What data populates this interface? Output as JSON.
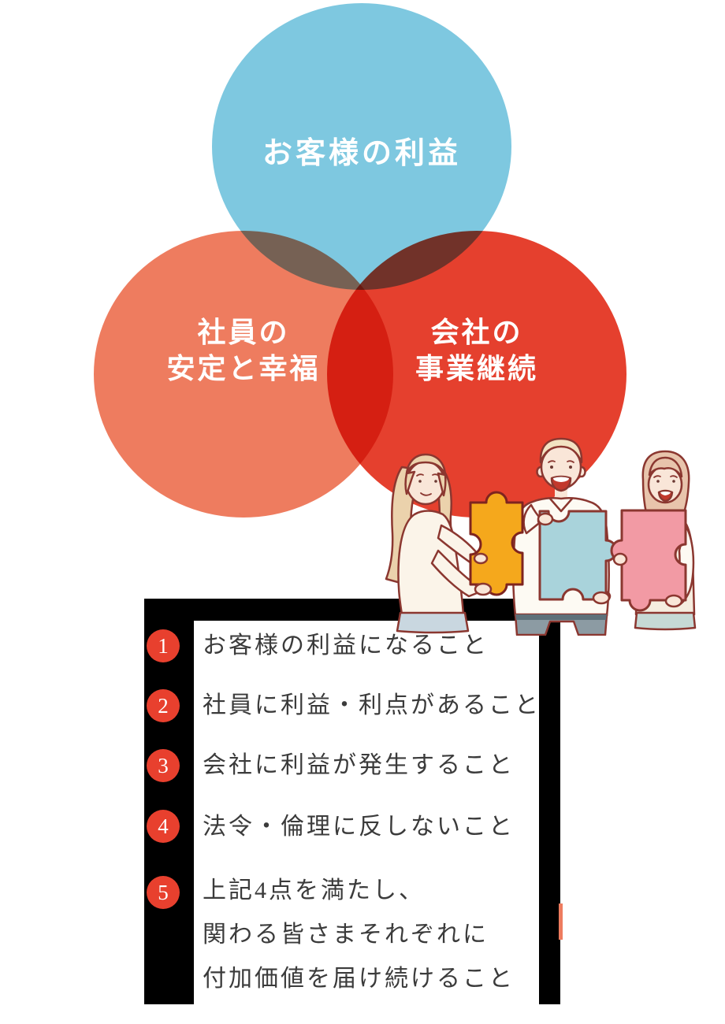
{
  "venn": {
    "customer": {
      "label": "お客様の利益",
      "color": "#7EC8E0"
    },
    "employee": {
      "line1": "社員の",
      "line2": "安定と幸福",
      "color": "#EE7C5F"
    },
    "company": {
      "line1": "会社の",
      "line2": "事業継続",
      "color": "#E5402E"
    }
  },
  "principles": {
    "badge_color": "#E8402E",
    "items": [
      {
        "num": "1",
        "text": "お客様の利益になること"
      },
      {
        "num": "2",
        "text": "社員に利益・利点があること"
      },
      {
        "num": "3",
        "text": "会社に利益が発生すること"
      },
      {
        "num": "4",
        "text": "法令・倫理に反しないこと"
      },
      {
        "num": "5",
        "lines": [
          "上記4点を満たし、",
          "関わる皆さまそれぞれに",
          "付加価値を届け続けること"
        ]
      }
    ]
  },
  "illustration": {
    "name": "three-people-holding-puzzle-pieces",
    "puzzle_colors": {
      "left": "#F5A81C",
      "middle": "#A9D3DB",
      "right": "#F29AA4"
    }
  }
}
